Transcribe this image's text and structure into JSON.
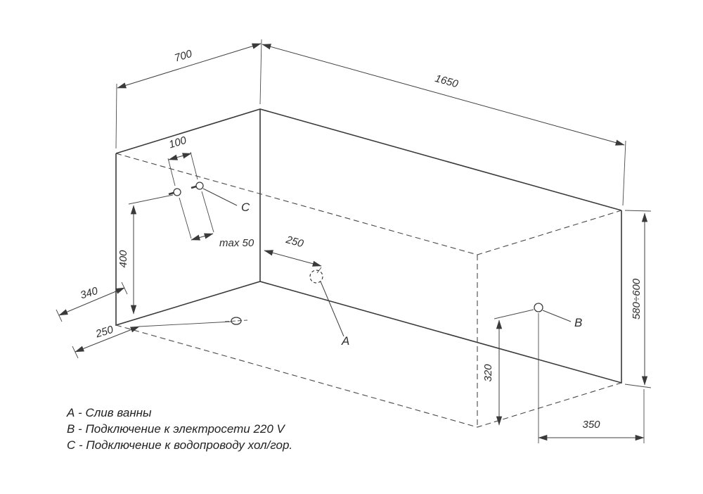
{
  "colors": {
    "background": "#ffffff",
    "line": "#3a3a3a",
    "text": "#2e2e2e"
  },
  "dimensions": {
    "tub_width": "700",
    "tub_length": "1650",
    "faucet_hole_spacing": "100",
    "faucet_max_offset": "max 50",
    "faucet_height": "400",
    "drain_from_front_wall": "250",
    "drain_from_side": "340",
    "drain_from_front_edge": "250",
    "socket_height": "320",
    "socket_from_corner": "350",
    "tub_height_range": "580÷600"
  },
  "connection_points": {
    "drain": "A",
    "power": "B",
    "water": "C"
  },
  "legend": {
    "drain": "А - Слив ванны",
    "power": "В - Подключение к электросети 220 V",
    "water": "С - Подключение к водопроводу хол/гор."
  }
}
